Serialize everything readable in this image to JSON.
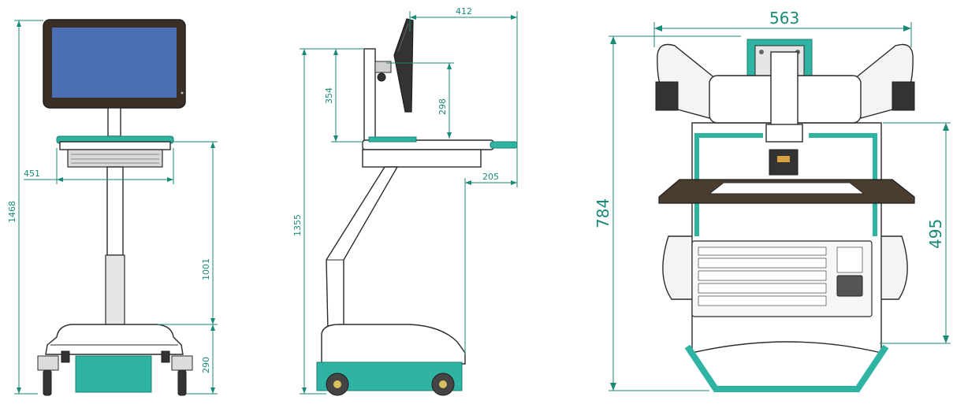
{
  "colors": {
    "dimension": "#1a8a78",
    "accent_teal": "#2fb3a3",
    "screen_blue": "#4a6fb5",
    "frame_dark": "#3a2f26",
    "outline": "#2b2b2b"
  },
  "views": {
    "front": {
      "dimensions": {
        "total_height": "1468",
        "width": "451",
        "keyboard_height": "1001",
        "base_height": "290"
      }
    },
    "side": {
      "dimensions": {
        "total_height": "1355",
        "depth": "412",
        "monitor_height": "354",
        "monitor_tilt_height": "298",
        "shelf_offset": "205"
      }
    },
    "top": {
      "dimensions": {
        "width": "563",
        "depth": "784",
        "keyboard_depth": "495"
      }
    }
  }
}
